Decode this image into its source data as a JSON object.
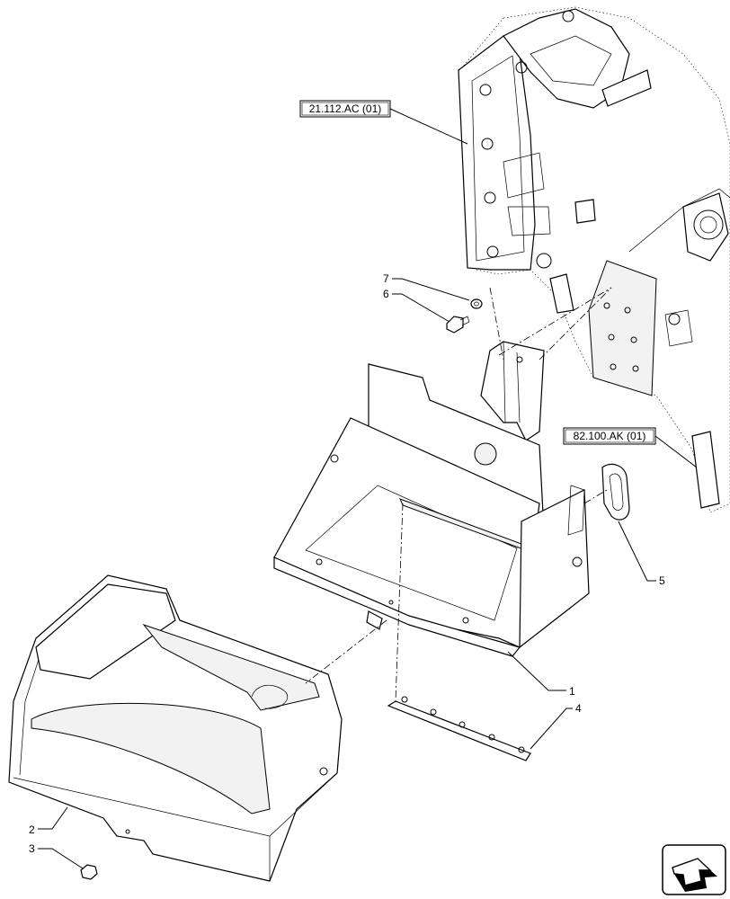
{
  "references": {
    "transmission": "21.112.AC (01)",
    "support": "82.100.AK (01)"
  },
  "callouts": {
    "c1": "1",
    "c2": "2",
    "c3": "3",
    "c4": "4",
    "c5": "5",
    "c6": "6",
    "c7": "7"
  },
  "nav_icon": "next-page-arrow-icon"
}
